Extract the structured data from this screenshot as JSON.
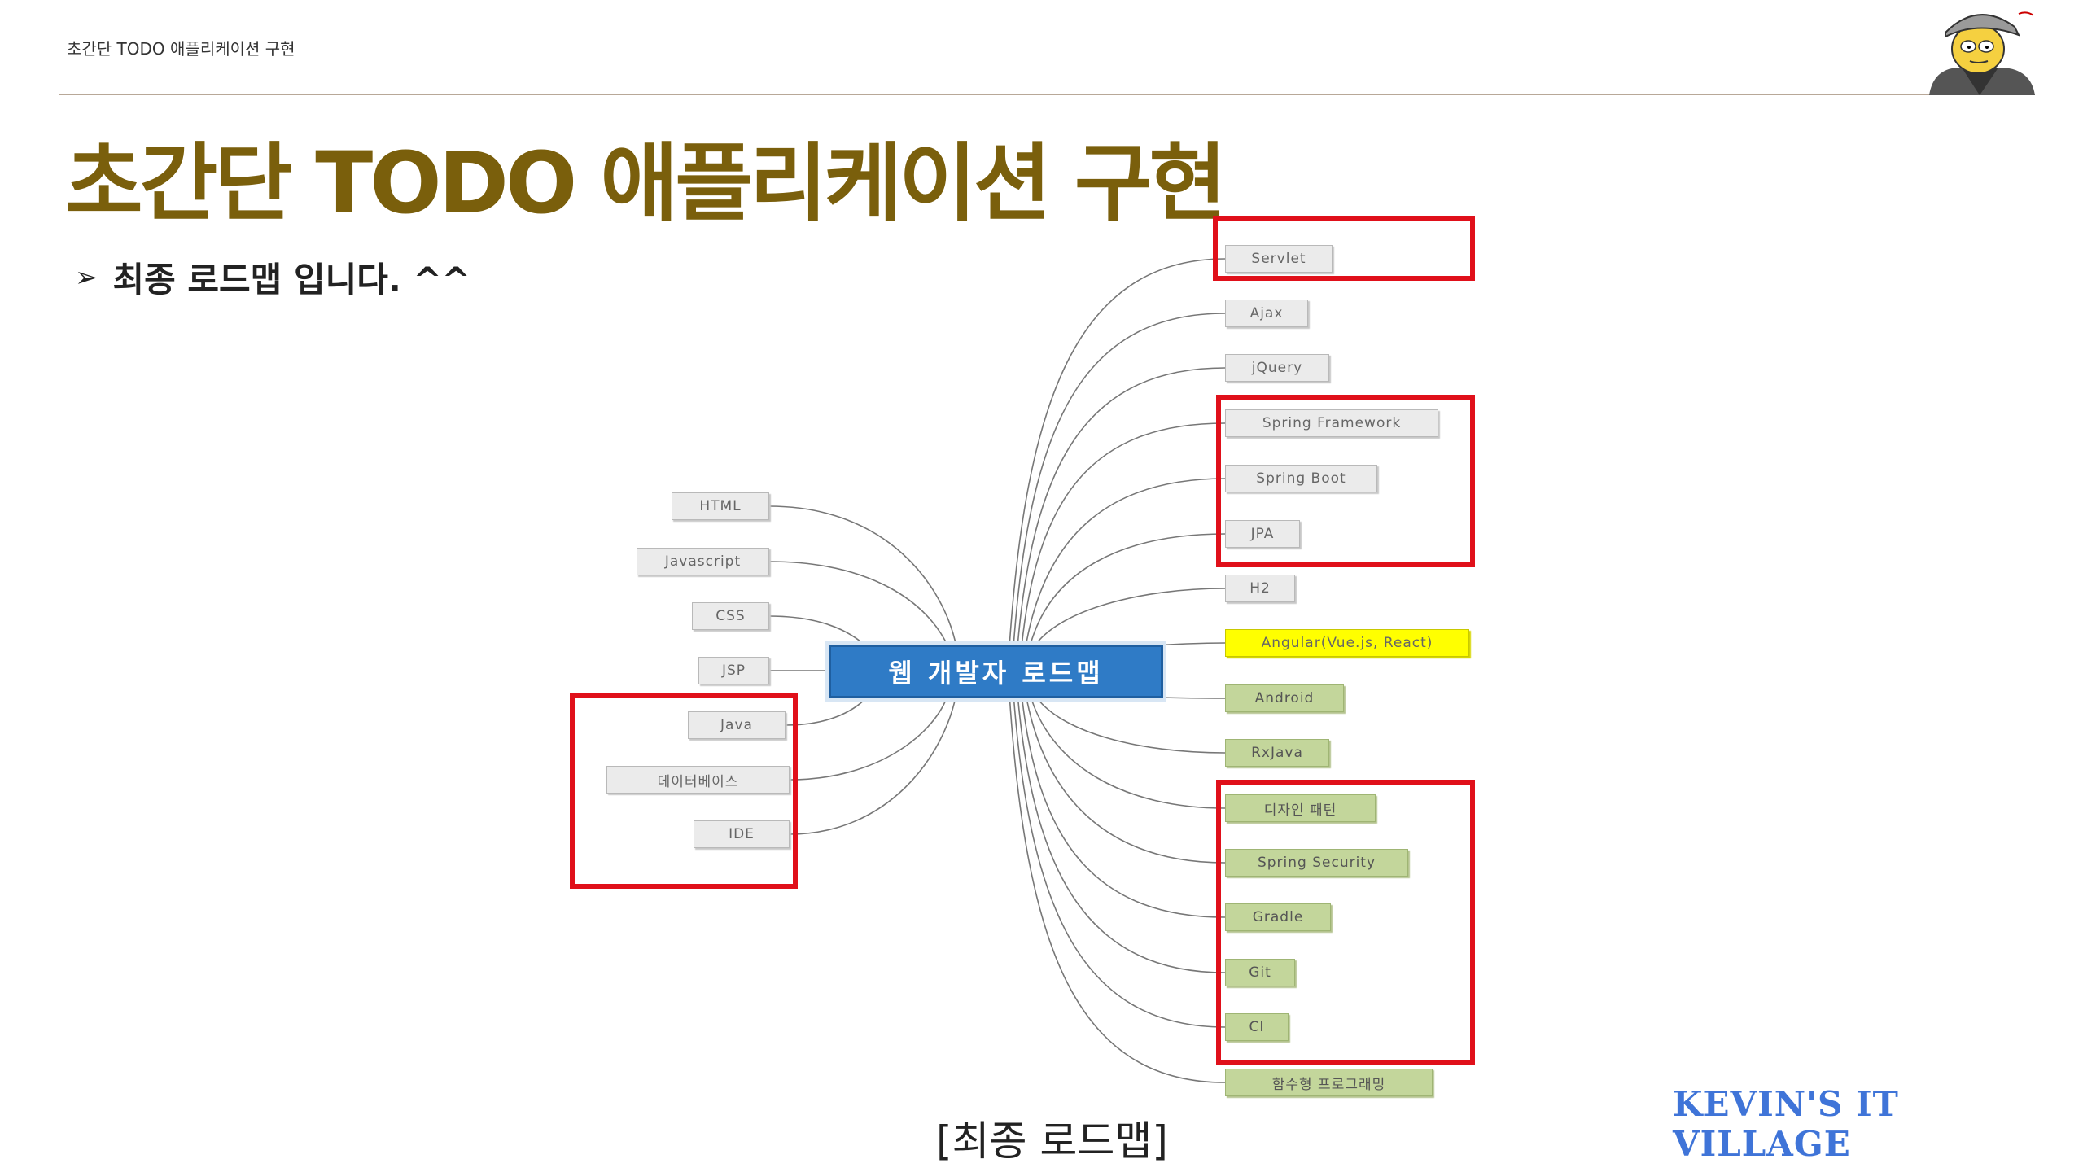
{
  "header": {
    "small_title": "초간단 TODO 애플리케이션 구현",
    "title": "초간단 TODO 애플리케이션 구현"
  },
  "bullet": {
    "marker": "➢",
    "text": "최종 로드맵 입니다. ^^"
  },
  "roadmap": {
    "center": "웹 개발자 로드맵",
    "left_nodes": [
      "HTML",
      "Javascript",
      "CSS",
      "JSP",
      "Java",
      "데이터베이스",
      "IDE"
    ],
    "right_nodes": [
      {
        "label": "Servlet",
        "color": "gray"
      },
      {
        "label": "Ajax",
        "color": "gray"
      },
      {
        "label": "jQuery",
        "color": "gray"
      },
      {
        "label": "Spring Framework",
        "color": "gray"
      },
      {
        "label": "Spring Boot",
        "color": "gray"
      },
      {
        "label": "JPA",
        "color": "gray"
      },
      {
        "label": "H2",
        "color": "gray"
      },
      {
        "label": "Angular(Vue.js, React)",
        "color": "yellow"
      },
      {
        "label": "Android",
        "color": "green"
      },
      {
        "label": "RxJava",
        "color": "green"
      },
      {
        "label": "디자인 패턴",
        "color": "green"
      },
      {
        "label": "Spring Security",
        "color": "green"
      },
      {
        "label": "Gradle",
        "color": "green"
      },
      {
        "label": "Git",
        "color": "green"
      },
      {
        "label": "CI",
        "color": "green"
      },
      {
        "label": "함수형 프로그래밍",
        "color": "green"
      }
    ],
    "highlight_color": "#e0101a",
    "center_color": "#2f7bc6"
  },
  "caption": "[최종 로드맵]",
  "brand": "KEVIN'S IT VILLAGE",
  "colors": {
    "title": "#7a5f0c",
    "brand": "#3f74d8",
    "gray_node": "#ebebeb",
    "green_node": "#c3d69b",
    "yellow_node": "#ffff00"
  }
}
